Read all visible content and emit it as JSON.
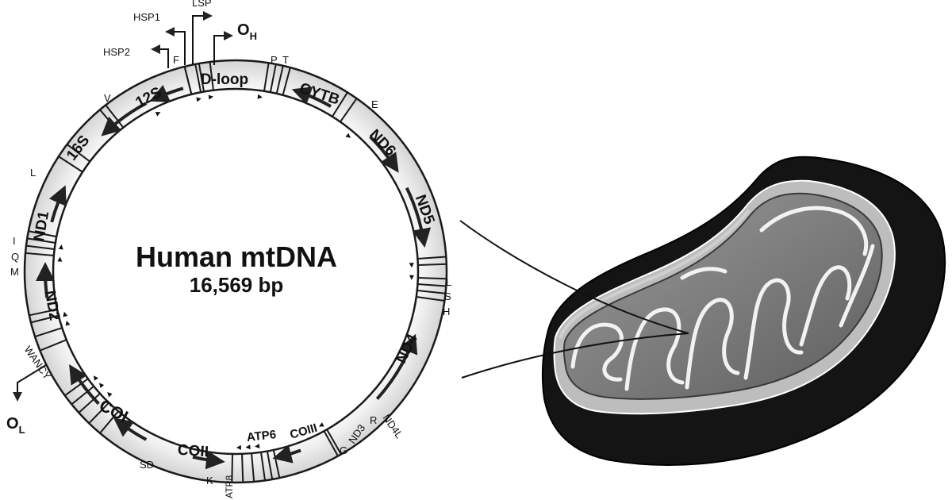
{
  "title": "Human mtDNA",
  "subtitle": "16,569 bp",
  "origins": {
    "heavy": "O",
    "heavy_sub": "H",
    "light": "O",
    "light_sub": "L"
  },
  "promoters": {
    "hsp1": "HSP1",
    "lsp": "LSP",
    "hsp2": "HSP2"
  },
  "genes": {
    "dloop": "D-loop",
    "cytb": "CYTB",
    "nd6": "ND6",
    "nd5": "ND5",
    "nd4": "ND4",
    "atp6": "ATP6",
    "coiii": "COIII",
    "coii": "COII",
    "coi": "COI",
    "nd2": "ND2",
    "nd1": "ND1",
    "s16": "16S",
    "s12": "12S"
  },
  "trnas": {
    "f": "F",
    "p": "P",
    "t": "T",
    "e": "E",
    "l_top": "L",
    "v": "V",
    "i": "I",
    "q": "Q",
    "m": "M",
    "wanc": "WANCY",
    "sd": "SD",
    "k": "K",
    "atp8": "ATP8",
    "g": "G",
    "nd3": "ND3",
    "r": "R",
    "nd4l": "ND4L",
    "l2": "L",
    "s2": "S",
    "h": "H"
  },
  "colors": {
    "ring_fill": "#e6e6e6",
    "ring_stroke": "#1a1a1a",
    "outer_membrane": "#141414",
    "inner_space": "#5a5a5a",
    "matrix": "#8c8c8c",
    "cristae_line": "#f2f2f2"
  }
}
